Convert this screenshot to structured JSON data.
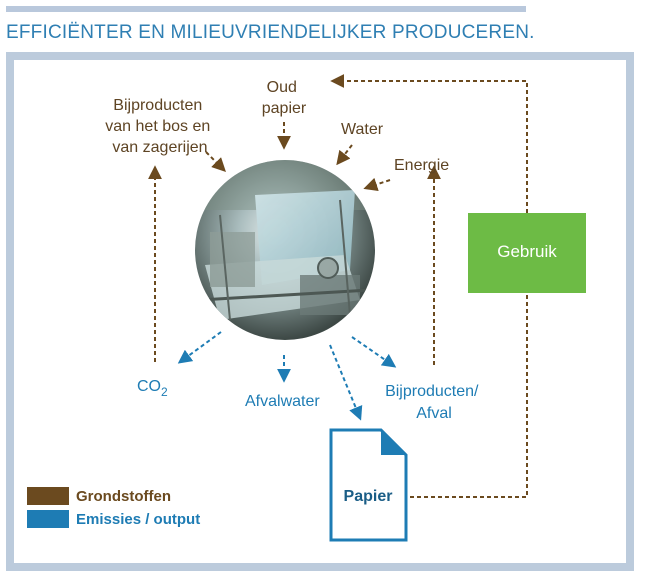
{
  "title": "EFFICIËNTER EN MILIEUVRIENDELIJKER PRODUCEREN.",
  "inputs": {
    "oud_papier": [
      "Oud",
      "papier"
    ],
    "bijproducten_bos": [
      "Bijproducten",
      "van het bos en",
      "van zagerijen"
    ],
    "water": "Water",
    "energie": "Energie"
  },
  "outputs": {
    "co2_main": "CO",
    "co2_sub": "2",
    "afvalwater": "Afvalwater",
    "bijproducten_afval": [
      "Bijproducten/",
      "Afval"
    ]
  },
  "gebruik": "Gebruik",
  "papier": "Papier",
  "legend": {
    "grondstoffen": "Grondstoffen",
    "emissies": "Emissies / output"
  },
  "colors": {
    "brown": "#6b4a1f",
    "blue": "#1e7cb4",
    "green": "#6dbb45",
    "frame": "#bccbdc"
  }
}
